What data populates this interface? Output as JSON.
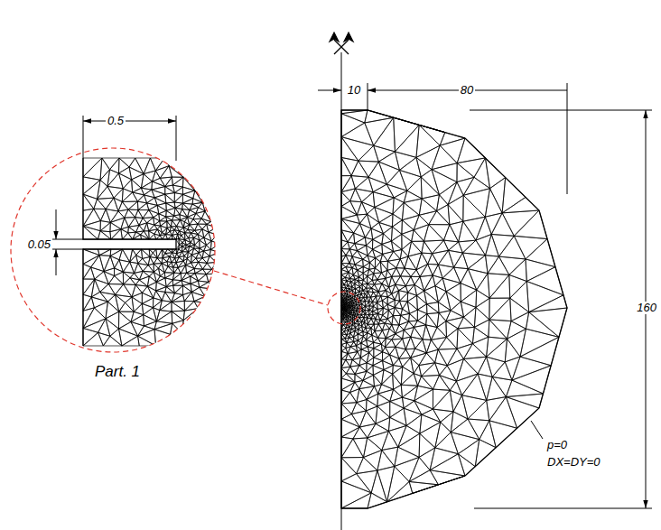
{
  "diagram": {
    "labels": [
      "0.5",
      "0.05",
      "Part. 1",
      "10",
      "80",
      "160",
      "p=0",
      "DX=DY=0"
    ]
  }
}
